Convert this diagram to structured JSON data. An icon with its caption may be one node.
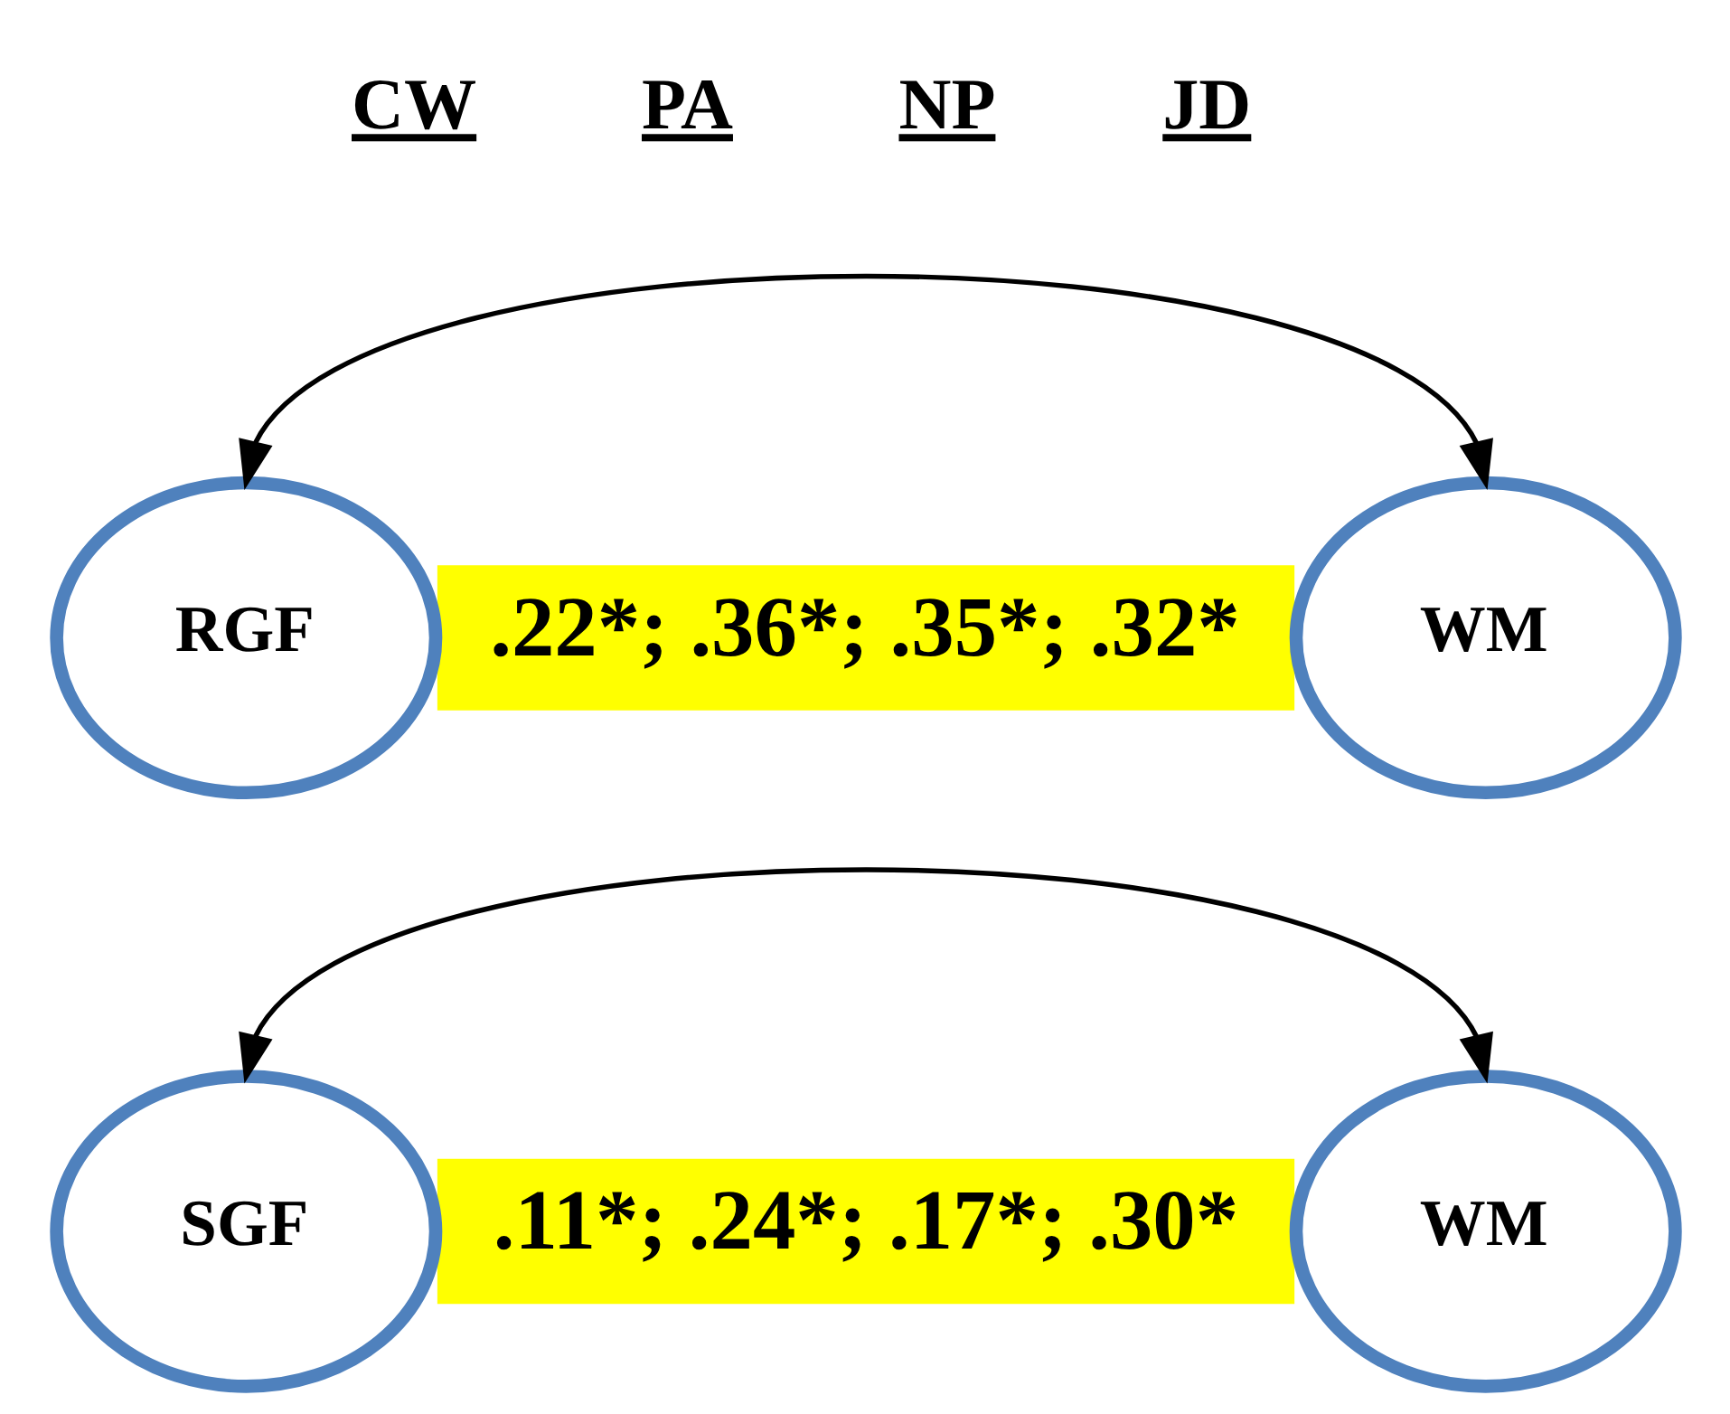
{
  "diagram": {
    "nodes": [
      {
        "text": [
          "RGF"
        ]
      },
      {
        "text": [
          ".22*; .36*; .35*; .32*"
        ]
      },
      {
        "text": [
          "WM"
        ]
      },
      {
        "text": [
          "SGF"
        ]
      },
      {
        "text": [
          ".11*; .24*; .17*; .30*"
        ]
      },
      {
        "text": [
          "WM"
        ]
      }
    ],
    "edges": [
      {
        "from": 0,
        "to": 2,
        "arrow": "both"
      },
      {
        "from": 3,
        "to": 5,
        "arrow": "both"
      }
    ],
    "labels": [
      "CW",
      "PA",
      "NP",
      "JD"
    ]
  }
}
